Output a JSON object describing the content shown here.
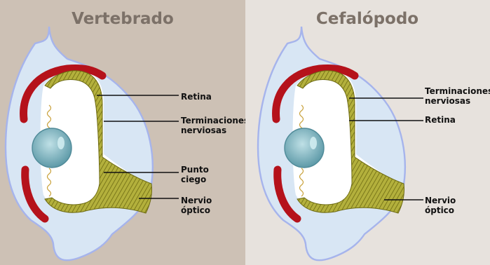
{
  "colors": {
    "left_panel_bg": "#cdc1b5",
    "right_panel_bg": "#e7e2dd",
    "title_color": "#7c7168",
    "eye_body": "#d8e6f4",
    "eye_outline": "#a6b4ec",
    "interior": "#ffffff",
    "retina": "#b5121b",
    "nerve_fibers": "#a9a630",
    "lens": "#7fb7c1"
  },
  "panels": [
    {
      "title": "Vertebrado",
      "labels": [
        "Retina",
        "Terminaciones nerviosas",
        "Punto ciego",
        "Nervio óptico"
      ]
    },
    {
      "title": "Cefalópodo",
      "labels": [
        "Terminaciones nerviosas",
        "Retina",
        "Nervio óptico"
      ]
    }
  ]
}
